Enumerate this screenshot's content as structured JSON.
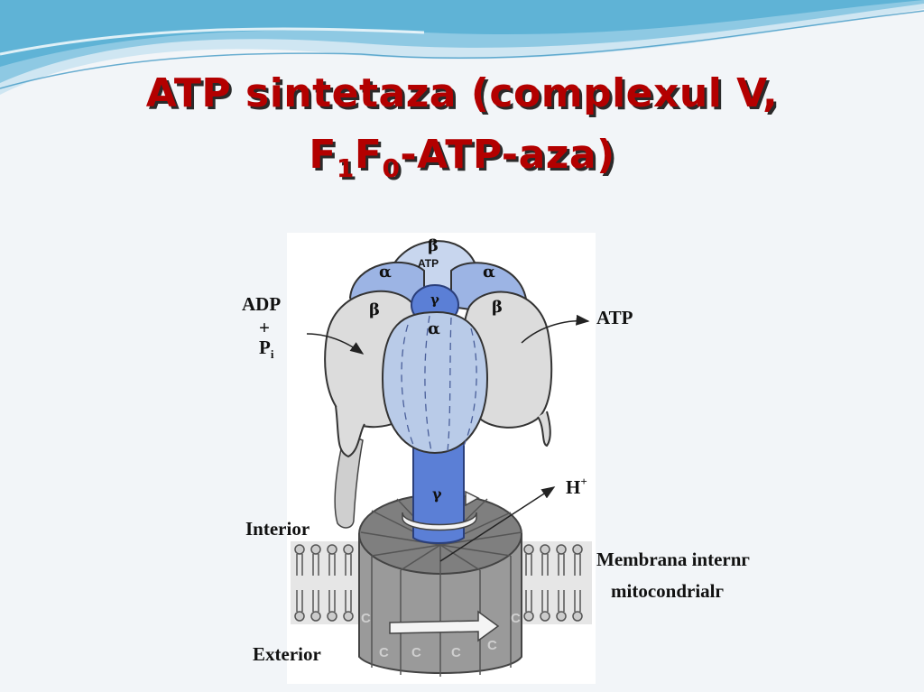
{
  "slide": {
    "title_line1": "ATP sintetaza (complexul V,",
    "title_line2_part1": "F",
    "title_line2_sub1": "1",
    "title_line2_part2": "F",
    "title_line2_sub2": "0",
    "title_line2_part3": "-ATP-aza)",
    "title_color": "#b30000",
    "accent_wave_color": "#5fb3d6"
  },
  "diagram": {
    "labels": {
      "adp": "ADP",
      "plus": "+",
      "pi": "P",
      "pi_sub": "i",
      "atp_out": "ATP",
      "h": "H",
      "h_sup": "+",
      "interior": "Interior",
      "exterior": "Exterior",
      "membrane_line1": "Membrana internг",
      "membrane_line2": "mitocondrialг"
    },
    "subunits": {
      "beta_top": "β",
      "atp_top": "ATP",
      "alpha_left": "α",
      "alpha_right": "α",
      "beta_left": "β",
      "beta_right": "β",
      "gamma_top": "γ",
      "alpha_front": "α",
      "gamma_stalk": "γ",
      "c_subunit": "C"
    },
    "colors": {
      "blue_light": "#b9cbe8",
      "blue_mid": "#8fa9de",
      "blue_dark": "#4f74d1",
      "gray_light": "#d8d8d8",
      "gray_dark": "#8c8c8c"
    }
  }
}
